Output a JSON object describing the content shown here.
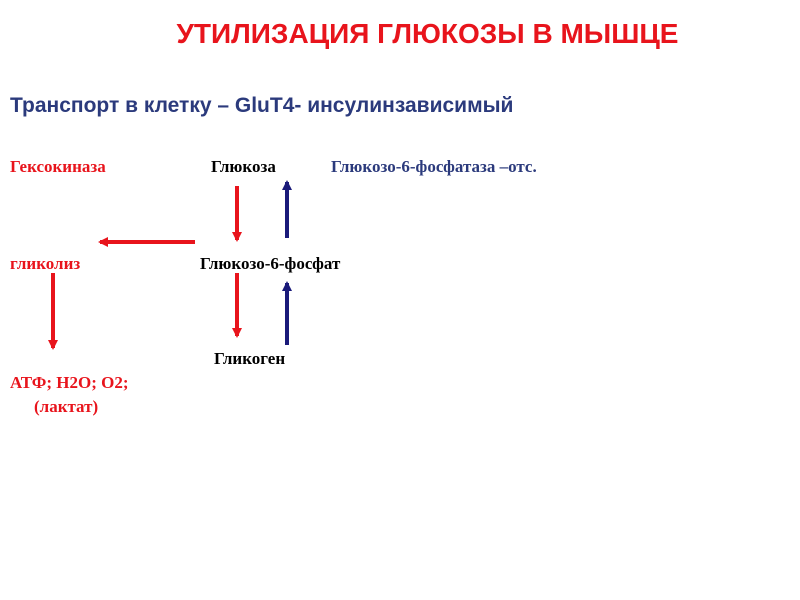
{
  "title": "УТИЛИЗАЦИЯ ГЛЮКОЗЫ В МЫШЦЕ",
  "subtitle": "Транспорт в клетку – GluT4- инсулинзависимый",
  "nodes": {
    "hexokinase": "Гексокиназа",
    "glucose": "Глюкоза",
    "g6phosphatase": "Глюкозо-6-фосфатаза –отс.",
    "glycolysis": "гликолиз",
    "g6p": "Глюкозо-6-фосфат",
    "glycogen": "Гликоген",
    "products": "АТФ; Н2О; О2;",
    "lactate": "(лактат)"
  },
  "colors": {
    "red": "#e8141c",
    "blue": "#1a1a7a",
    "text_blue": "#2b3a7c"
  }
}
